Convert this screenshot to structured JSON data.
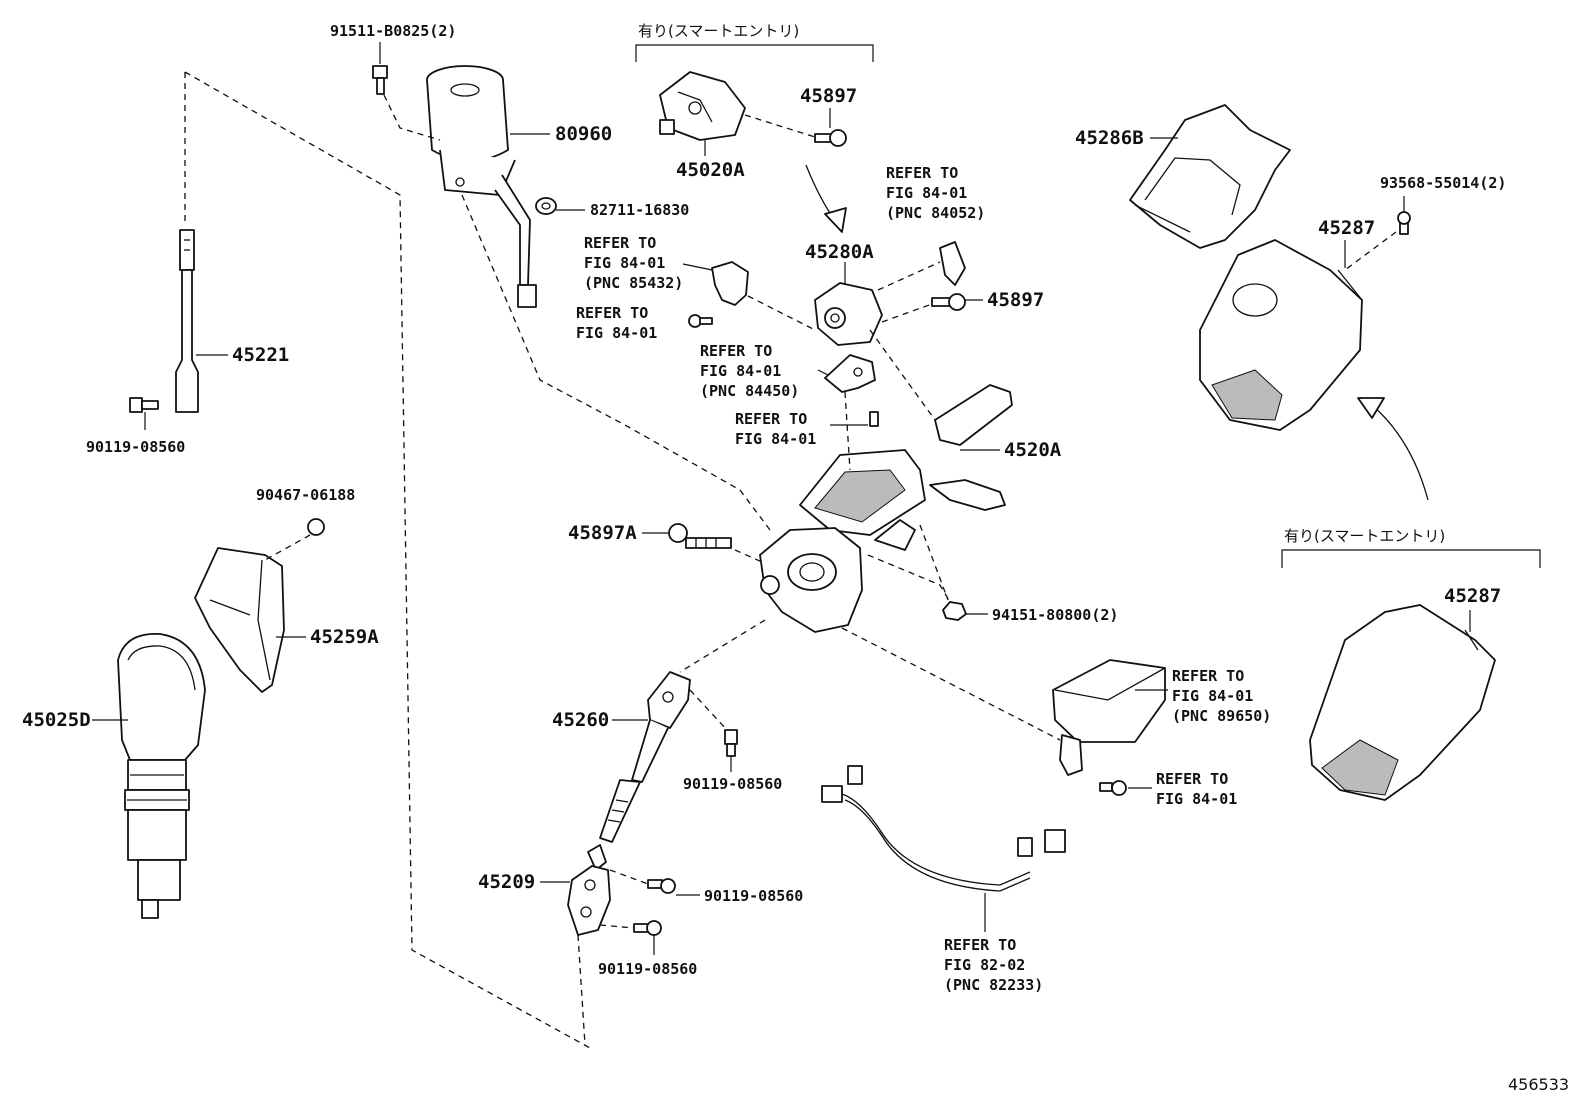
{
  "labels": {
    "p91511": "91511-B0825(2)",
    "p80960": "80960",
    "p82711": "82711-16830",
    "p45221": "45221",
    "p90119_a": "90119-08560",
    "p90467": "90467-06188",
    "p45259A": "45259A",
    "p45025D": "45025D",
    "smart_top": "有り(スマートエントリ)",
    "p45897_top": "45897",
    "p45020A": "45020A",
    "ref_84052": [
      "REFER TO",
      "FIG 84-01",
      "(PNC 84052)"
    ],
    "ref_85432": [
      "REFER TO",
      "FIG 84-01",
      "(PNC 85432)"
    ],
    "p45280A": "45280A",
    "ref_84_01_a": [
      "REFER TO",
      "FIG 84-01"
    ],
    "p45897_mid": "45897",
    "ref_84450": [
      "REFER TO",
      "FIG 84-01",
      "(PNC 84450)"
    ],
    "ref_84_01_b": [
      "REFER TO",
      "FIG 84-01"
    ],
    "p4520A": "4520A",
    "p45897A": "45897A",
    "p94151": "94151-80800(2)",
    "p45260": "45260",
    "p90119_b": "90119-08560",
    "p45209": "45209",
    "p90119_c": "90119-08560",
    "p90119_d": "90119-08560",
    "ref_82233": [
      "REFER TO",
      "FIG 82-02",
      "(PNC 82233)"
    ],
    "ref_89650": [
      "REFER TO",
      "FIG 84-01",
      "(PNC 89650)"
    ],
    "ref_84_01_c": [
      "REFER TO",
      "FIG 84-01"
    ],
    "p45286B": "45286B",
    "p93568": "93568-55014(2)",
    "p45287_top": "45287",
    "smart_bottom": "有り(スマートエントリ)",
    "p45287_bottom": "45287",
    "diagram_id": "456533"
  }
}
